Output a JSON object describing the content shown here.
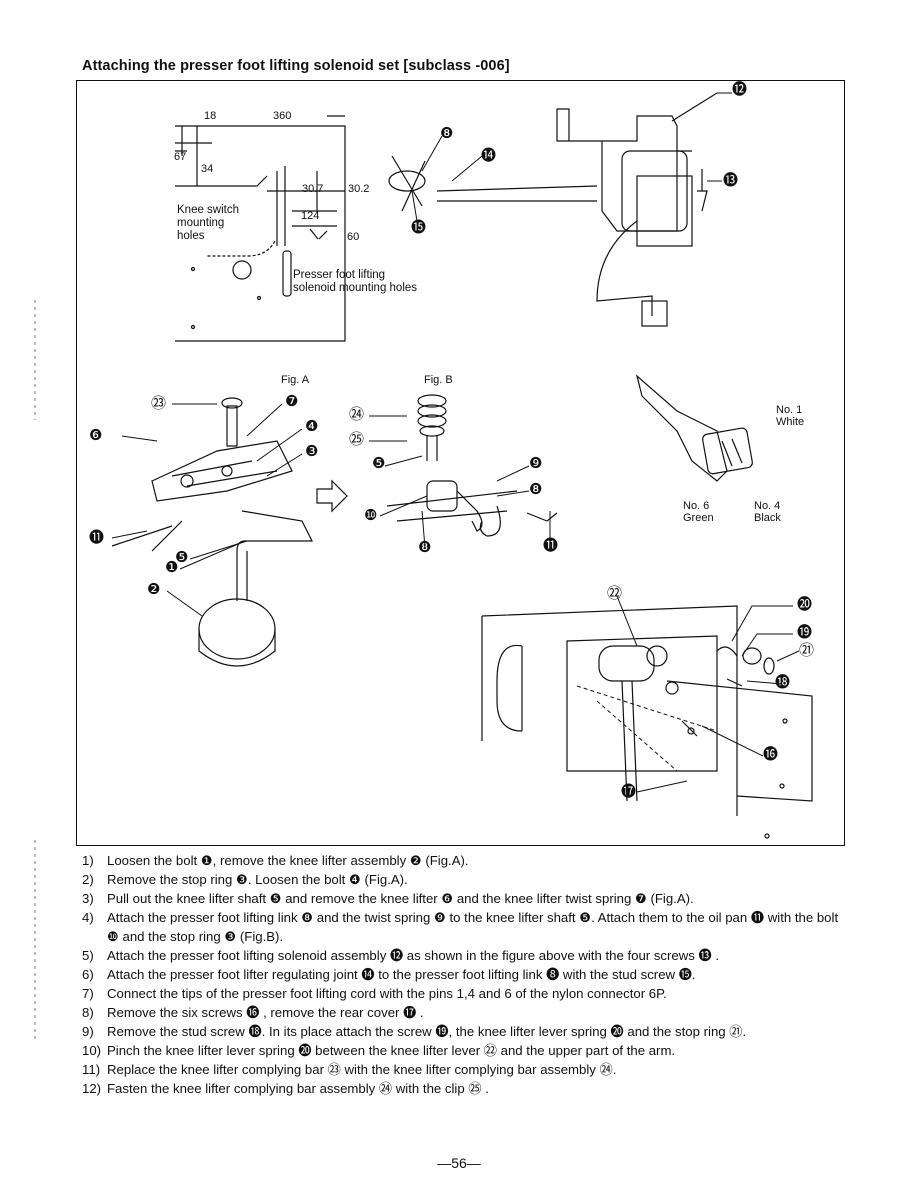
{
  "title": "Attaching the presser foot lifting solenoid set [subclass -006]",
  "figure": {
    "dimensions": {
      "d18": "18",
      "d360": "360",
      "d67": "67",
      "d34": "34",
      "d30_7": "30.7",
      "d30_2": "30.2",
      "d124": "124",
      "d60": "60"
    },
    "knee_switch_label": "Knee switch mounting holes",
    "knee_switch_lines": [
      "Knee switch",
      "mounting",
      "holes"
    ],
    "solenoid_holes_lines": [
      "Presser foot lifting",
      "solenoid mounting holes"
    ],
    "fig_a": "Fig. A",
    "fig_b": "Fig. B",
    "connector": {
      "no1": "No. 1",
      "white": "White",
      "no6": "No. 6",
      "green": "Green",
      "no4": "No. 4",
      "black": "Black"
    }
  },
  "steps": [
    {
      "n": "1)",
      "text": "Loosen the bolt ❶, remove the knee lifter assembly ❷ (Fig.A)."
    },
    {
      "n": "2)",
      "text": "Remove the stop ring ❸.  Loosen the bolt ❹ (Fig.A)."
    },
    {
      "n": "3)",
      "text": "Pull out the knee lifter shaft ❺ and remove the knee lifter ❻ and the knee lifter twist spring ❼ (Fig.A)."
    },
    {
      "n": "4)",
      "text": "Attach the presser foot lifting link ❽ and the twist spring ❾ to the knee lifter shaft ❺.  Attach them to the oil pan ⓫ with the bolt ❿ and the stop ring ❸ (Fig.B)."
    },
    {
      "n": "5)",
      "text": "Attach the presser foot lifting solenoid assembly ⓬ as shown in the figure above with the four screws ⓭ ."
    },
    {
      "n": "6)",
      "text": "Attach the presser foot lifter regulating joint ⓮ to the presser foot lifting link ❽ with the stud screw ⓯."
    },
    {
      "n": "7)",
      "text": "Connect the tips of the presser foot lifting cord  with the pins 1,4 and 6 of the nylon connector 6P."
    },
    {
      "n": "8)",
      "text": "Remove the six screws ⓰ , remove the rear cover ⓱ ."
    },
    {
      "n": "9)",
      "text": "Remove the stud screw ⓲.  In its place attach the screw  ⓳, the knee lifter lever spring ⓴ and the stop ring ㉑."
    },
    {
      "n": "10)",
      "text": "Pinch the knee lifter lever spring ⓴ between the knee lifter lever ㉒ and the upper part of the arm."
    },
    {
      "n": "11)",
      "text": "Replace the knee lifter complying bar ㉓ with the knee lifter complying bar assembly ㉔."
    },
    {
      "n": "12)",
      "text": "Fasten the knee lifter complying bar assembly ㉔ with the clip ㉕ ."
    }
  ],
  "callouts": [
    "❶",
    "❷",
    "❸",
    "❹",
    "❺",
    "❻",
    "❼",
    "❽",
    "❾",
    "❿",
    "⓫",
    "⓬",
    "⓭",
    "⓮",
    "⓯",
    "⓰",
    "⓱",
    "⓲",
    "⓳",
    "⓴",
    "㉑",
    "㉒",
    "㉓",
    "㉔",
    "㉕"
  ],
  "page_number": "—56—"
}
